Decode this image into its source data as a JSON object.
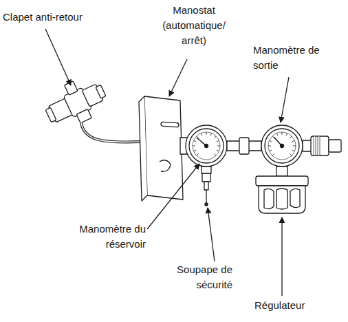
{
  "diagram": {
    "labels": [
      "Clapet anti-retour",
      "Manostat (automatique/ arrêt)",
      "Manomètre de sortie",
      "Manomètre du réservoir",
      "Soupape de sécurité",
      "Régulateur"
    ]
  }
}
